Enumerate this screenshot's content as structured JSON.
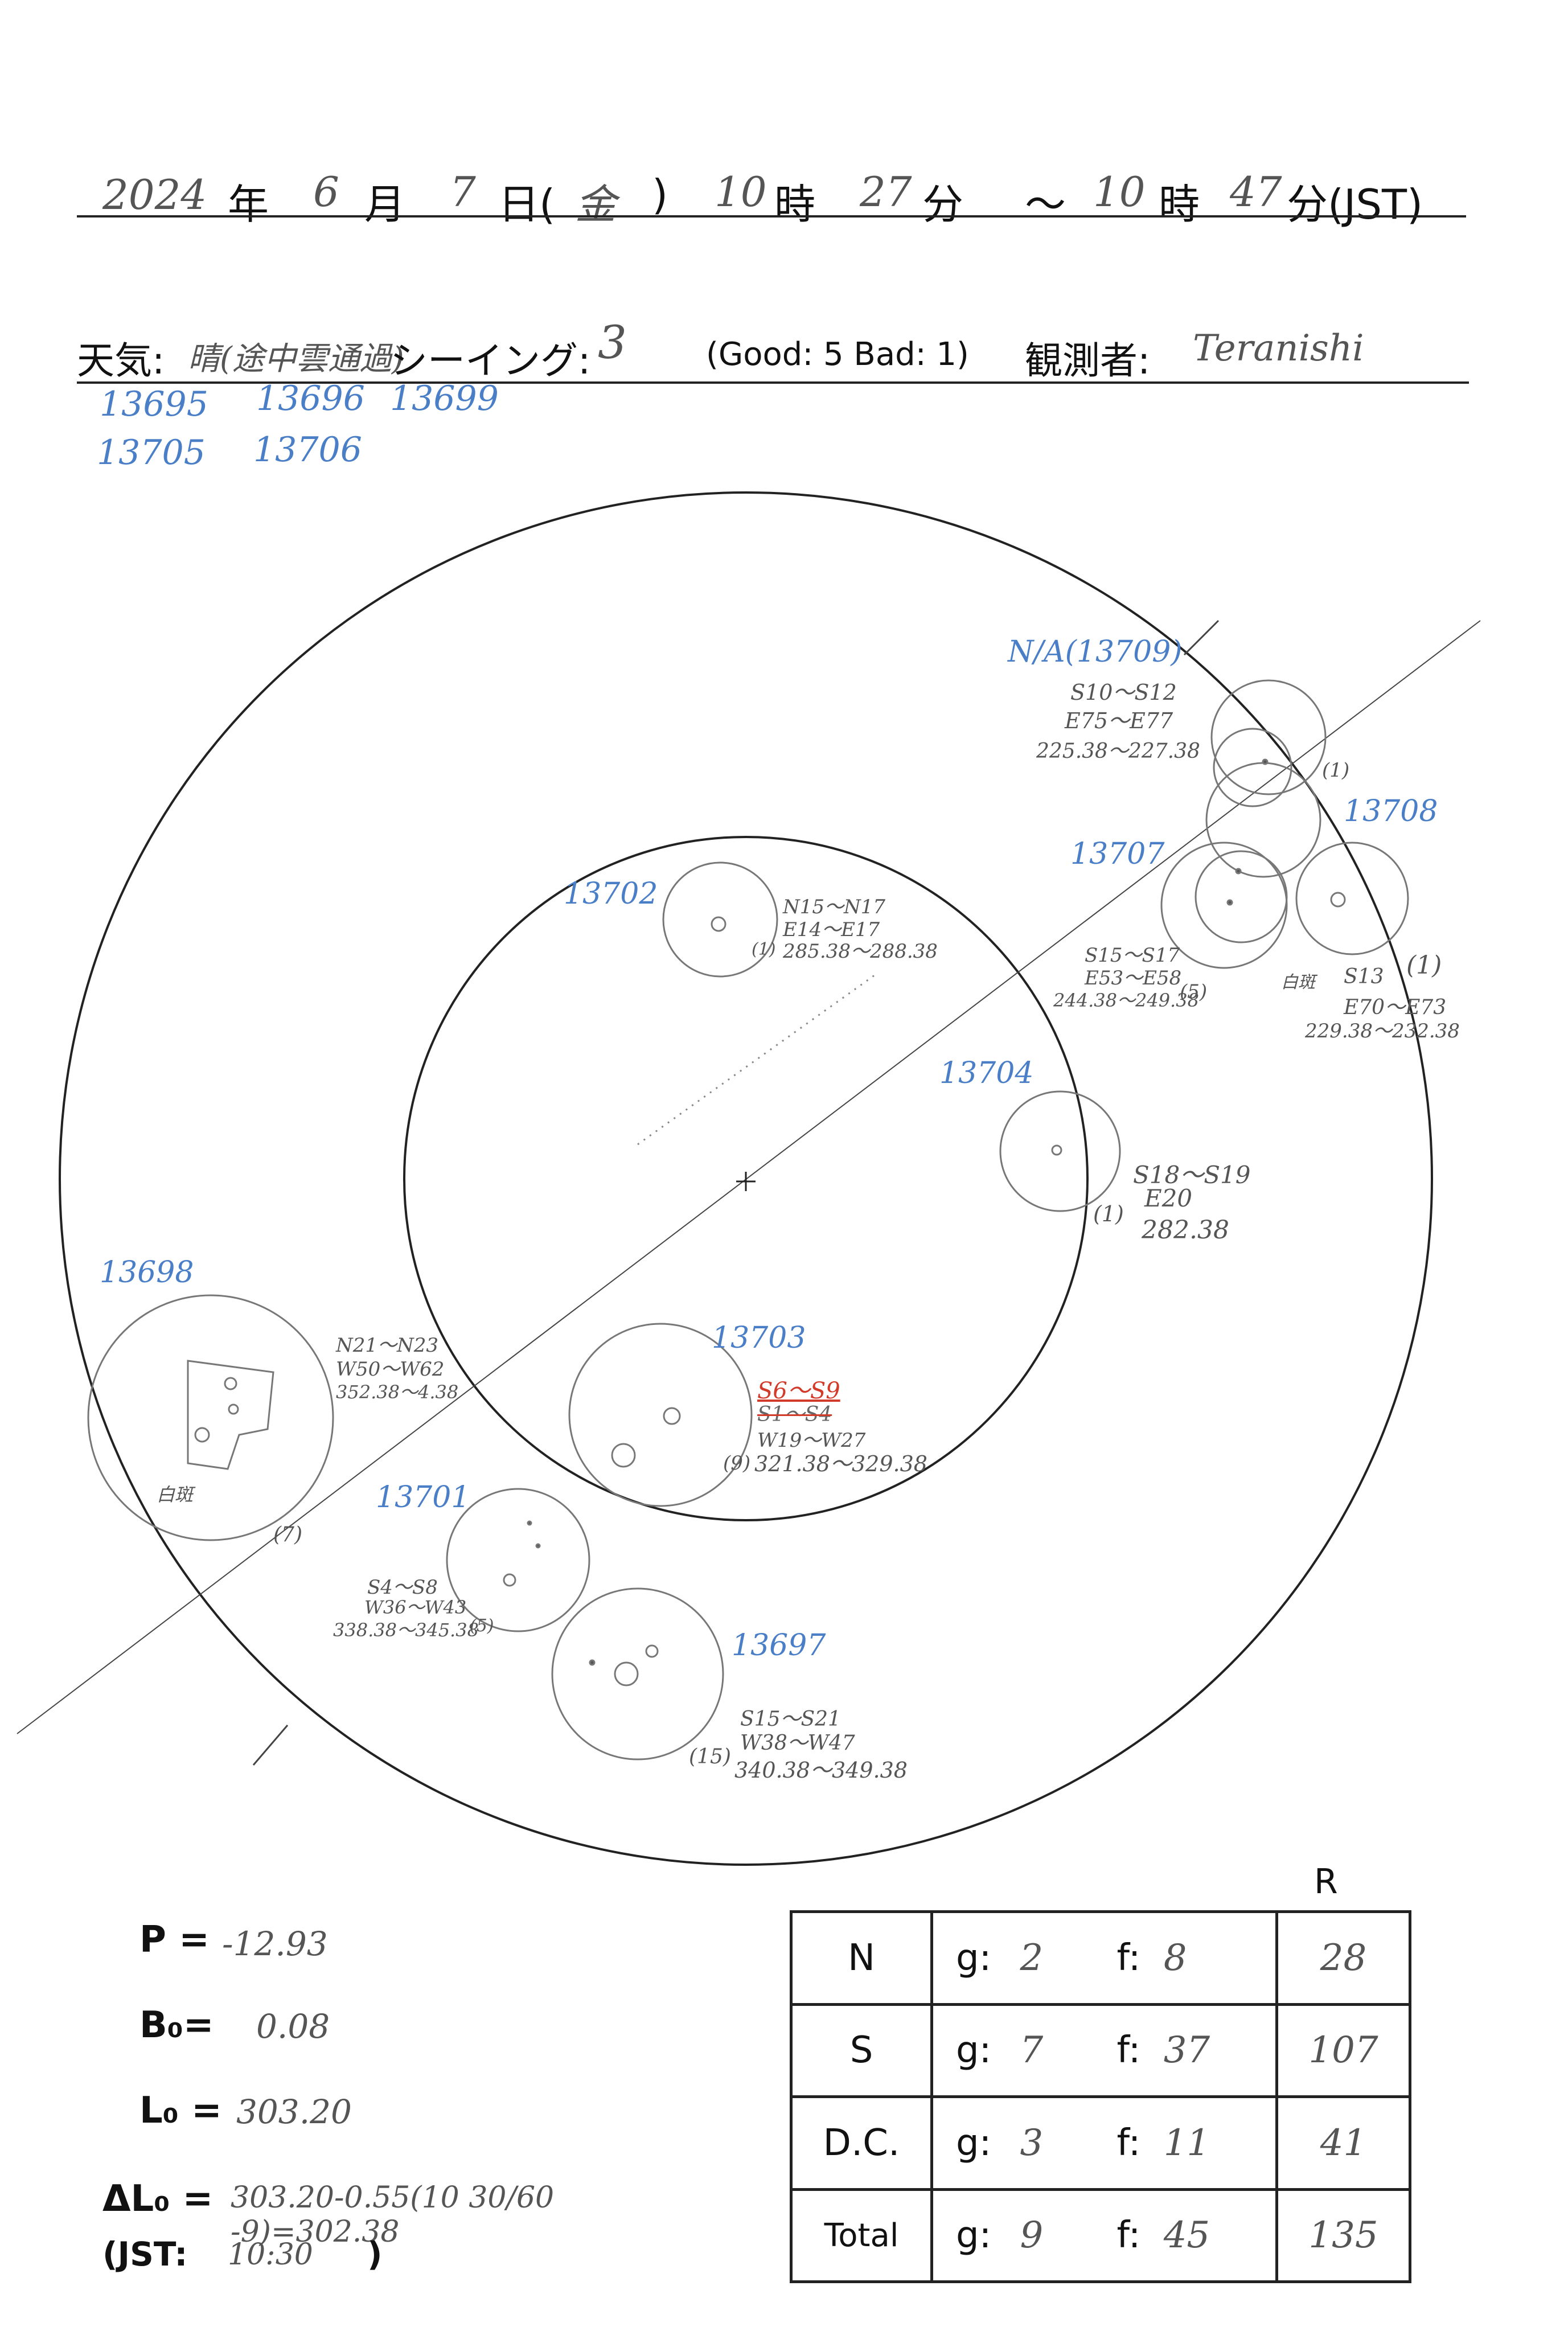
{
  "header": {
    "year": "2024",
    "year_unit": "年",
    "month": "6",
    "month_unit": "月",
    "day": "7",
    "day_unit": "日(",
    "weekday": "金",
    "weekday_close": ")",
    "start_hour": "10",
    "hour_unit": "時",
    "start_min": "27",
    "min_unit": "分",
    "tilde": "〜",
    "end_hour": "10",
    "end_hour_unit": "時",
    "end_min": "47",
    "end_min_unit": "分(JST)"
  },
  "conditions": {
    "weather_label": "天気:",
    "weather_value": "晴(途中雲通過)",
    "seeing_label": "シーイング:",
    "seeing_value": "3",
    "seeing_scale": "(Good: 5  Bad: 1)",
    "observer_label": "観測者:",
    "observer_value": "Teranishi"
  },
  "region_list": {
    "row1": [
      "13695",
      "13696",
      "13699"
    ],
    "row2": [
      "13705",
      "13706"
    ]
  },
  "sunspots": [
    {
      "id": "N/A(13709)",
      "lat": "S10〜S12",
      "lon": "E75〜E77",
      "carr": "225.38〜227.38",
      "count": "(1)"
    },
    {
      "id": "13708",
      "lat": "S13",
      "lon": "E70〜E73",
      "carr": "229.38〜232.38",
      "count": "(1)",
      "note": "白斑"
    },
    {
      "id": "13707",
      "lat": "S15〜S17",
      "lon": "E53〜E58",
      "carr": "244.38〜249.38",
      "count": "(5)"
    },
    {
      "id": "13702",
      "lat": "N15〜N17",
      "lon": "E14〜E17",
      "carr": "285.38〜288.38",
      "count": "(1)"
    },
    {
      "id": "13704",
      "lat": "S18〜S19",
      "lon": "E20",
      "carr": "282.38",
      "count": "(1)"
    },
    {
      "id": "13698",
      "lat": "N21〜N23",
      "lon": "W50〜W62",
      "carr": "352.38〜4.38",
      "count": "(7)",
      "note": "白斑"
    },
    {
      "id": "13703",
      "lat_struck": "S1〜S4",
      "lat": "S6〜S9",
      "lon": "W19〜W27",
      "carr": "321.38〜329.38",
      "count": "(9)"
    },
    {
      "id": "13701",
      "lat": "S4〜S8",
      "lon": "W36〜W43",
      "carr": "338.38〜345.38",
      "count": "(5)"
    },
    {
      "id": "13697",
      "lat": "S15〜S21",
      "lon": "W38〜W47",
      "carr": "340.38〜349.38",
      "count": "(15)"
    }
  ],
  "params": {
    "p_label": "P =",
    "p_value": "-12.93",
    "b0_label": "B₀=",
    "b0_value": "0.08",
    "l0_label": "L₀ =",
    "l0_value": "303.20",
    "dl0_label": "ΔL₀ =",
    "dl0_value": "303.20-0.55(10 30/60 -9)=302.38",
    "jst_label": "(JST:",
    "jst_value": "10:30",
    "jst_close": ")"
  },
  "table": {
    "r_header": "R",
    "rows": [
      {
        "label": "N",
        "g": "2",
        "f": "8",
        "r": "28"
      },
      {
        "label": "S",
        "g": "7",
        "f": "37",
        "r": "107"
      },
      {
        "label": "D.C.",
        "g": "3",
        "f": "11",
        "r": "41"
      },
      {
        "label": "Total",
        "g": "9",
        "f": "45",
        "r": "135"
      }
    ],
    "g_prefix": "g:",
    "f_prefix": "f:"
  },
  "colors": {
    "ink": "#222222",
    "pencil": "#555555",
    "blue": "#4a7fc8",
    "red": "#d23a2a"
  }
}
